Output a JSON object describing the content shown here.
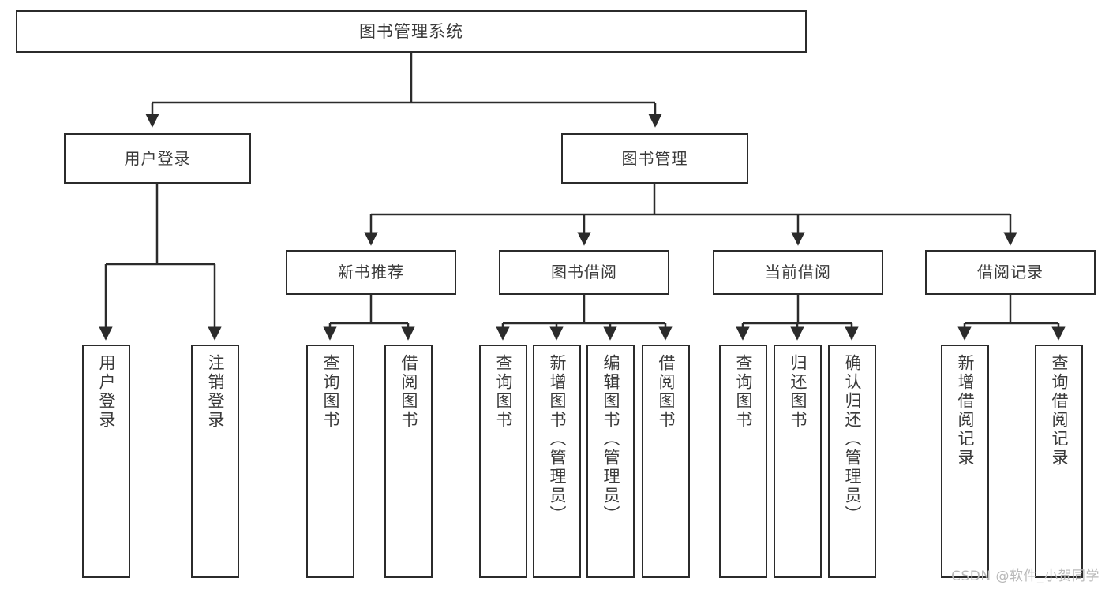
{
  "diagram": {
    "title": "图书管理系统",
    "type": "tree-hierarchy-diagram",
    "colors": {
      "background": "#ffffff",
      "box_border": "#2b2b2b",
      "box_fill": "#ffffff",
      "text": "#3a3a3a",
      "connector": "#2b2b2b",
      "watermark": "#b9b9b9"
    },
    "root": {
      "label": "图书管理系统"
    },
    "level2": [
      {
        "id": "user-login",
        "label": "用户登录"
      },
      {
        "id": "book-management",
        "label": "图书管理"
      }
    ],
    "level3": [
      {
        "id": "new-book-recommend",
        "label": "新书推荐"
      },
      {
        "id": "book-borrow",
        "label": "图书借阅"
      },
      {
        "id": "current-borrow",
        "label": "当前借阅"
      },
      {
        "id": "borrow-record",
        "label": "借阅记录"
      }
    ],
    "leaves": {
      "user-login": [
        {
          "id": "user-login-leaf",
          "label": "用户登录"
        },
        {
          "id": "logout-leaf",
          "label": "注销登录"
        }
      ],
      "new-book-recommend": [
        {
          "id": "query-book-1",
          "label": "查询图书"
        },
        {
          "id": "borrow-book-1",
          "label": "借阅图书"
        }
      ],
      "book-borrow": [
        {
          "id": "query-book-2",
          "label": "查询图书"
        },
        {
          "id": "add-book",
          "label": "新增图书（管理员）"
        },
        {
          "id": "edit-book",
          "label": "编辑图书（管理员）"
        },
        {
          "id": "borrow-book-2",
          "label": "借阅图书"
        }
      ],
      "current-borrow": [
        {
          "id": "query-book-3",
          "label": "查询图书"
        },
        {
          "id": "return-book",
          "label": "归还图书"
        },
        {
          "id": "confirm-return",
          "label": "确认归还（管理员）"
        }
      ],
      "borrow-record": [
        {
          "id": "add-record",
          "label": "新增借阅记录"
        },
        {
          "id": "query-record",
          "label": "查询借阅记录"
        }
      ]
    }
  },
  "watermark": {
    "text": "CSDN @软件_小贺同学"
  }
}
